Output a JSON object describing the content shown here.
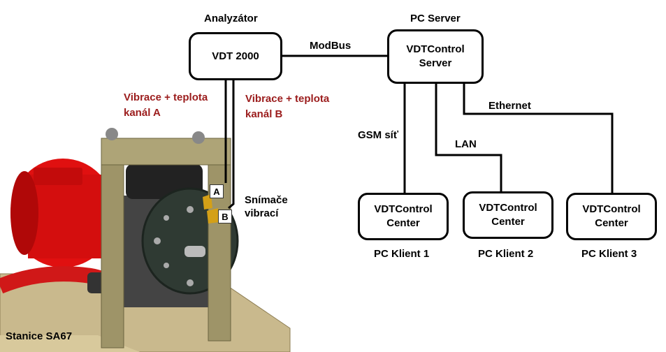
{
  "analyzer": {
    "caption": "Analyzátor",
    "name": "VDT 2000"
  },
  "server": {
    "caption": "PC Server",
    "name_line1": "VDTControl",
    "name_line2": "Server"
  },
  "links": {
    "modbus": "ModBus",
    "gsm": "GSM síť",
    "lan": "LAN",
    "ethernet": "Ethernet"
  },
  "channels": {
    "a_line1": "Vibrace + teplota",
    "a_line2": "kanál A",
    "b_line1": "Vibrace + teplota",
    "b_line2": "kanál B",
    "color": "#9b1c1c"
  },
  "sensors": {
    "label_line1": "Snímače",
    "label_line2": "vibrací",
    "tag_a": "A",
    "tag_b": "B"
  },
  "clients": [
    {
      "name_line1": "VDTControl",
      "name_line2": "Center",
      "caption": "PC Klient 1"
    },
    {
      "name_line1": "VDTControl",
      "name_line2": "Center",
      "caption": "PC Klient 2"
    },
    {
      "name_line1": "VDTControl",
      "name_line2": "Center",
      "caption": "PC Klient 3"
    }
  ],
  "station": {
    "caption": "Stanice SA67"
  }
}
